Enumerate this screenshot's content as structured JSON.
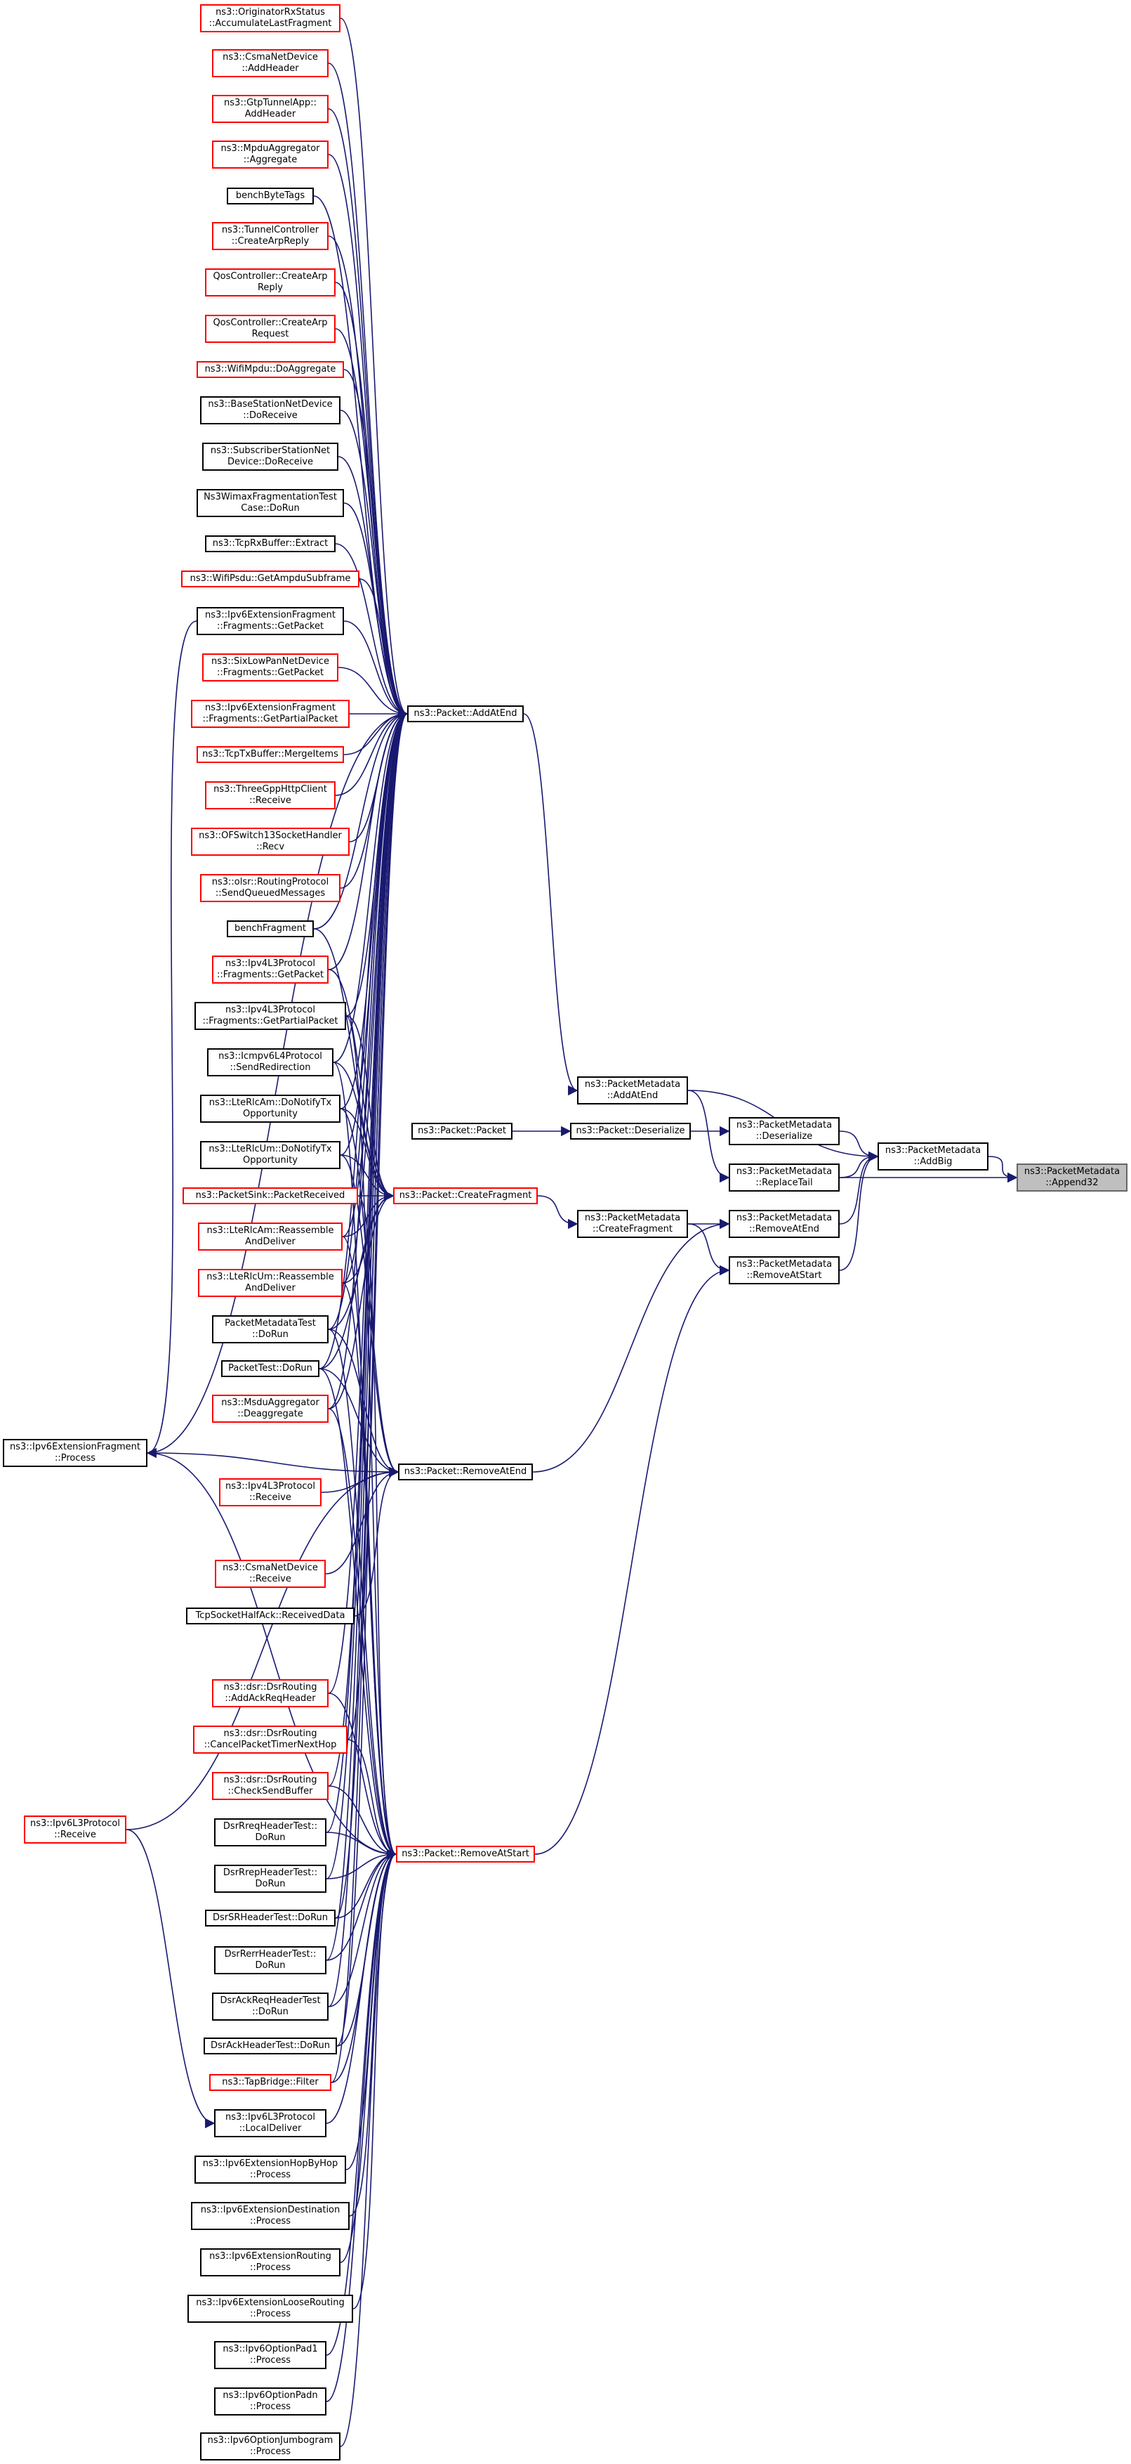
{
  "colors": {
    "edge": "#191970",
    "node_border": "#000000",
    "truncated_node_border": "#ff0000",
    "target_fill": "#bfbfbf",
    "target_border": "#666666"
  },
  "nodes": {
    "n01": {
      "lines": [
        "ns3::OriginatorRxStatus",
        "::AccumulateLastFragment"
      ],
      "red": true
    },
    "n02": {
      "lines": [
        "ns3::CsmaNetDevice",
        "::AddHeader"
      ],
      "red": true
    },
    "n03": {
      "lines": [
        "ns3::GtpTunnelApp::",
        "AddHeader"
      ],
      "red": true
    },
    "n04": {
      "lines": [
        "ns3::MpduAggregator",
        "::Aggregate"
      ],
      "red": true
    },
    "n05": {
      "lines": [
        "benchByteTags"
      ],
      "red": false
    },
    "n06": {
      "lines": [
        "ns3::TunnelController",
        "::CreateArpReply"
      ],
      "red": true
    },
    "n07": {
      "lines": [
        "QosController::CreateArp",
        "Reply"
      ],
      "red": true
    },
    "n08": {
      "lines": [
        "QosController::CreateArp",
        "Request"
      ],
      "red": true
    },
    "n09": {
      "lines": [
        "ns3::WifiMpdu::DoAggregate"
      ],
      "red": true
    },
    "n10": {
      "lines": [
        "ns3::BaseStationNetDevice",
        "::DoReceive"
      ],
      "red": false
    },
    "n11": {
      "lines": [
        "ns3::SubscriberStationNet",
        "Device::DoReceive"
      ],
      "red": false
    },
    "n12": {
      "lines": [
        "Ns3WimaxFragmentationTest",
        "Case::DoRun"
      ],
      "red": false
    },
    "n13": {
      "lines": [
        "ns3::TcpRxBuffer::Extract"
      ],
      "red": false
    },
    "n14": {
      "lines": [
        "ns3::WifiPsdu::GetAmpduSubframe"
      ],
      "red": true
    },
    "n15": {
      "lines": [
        "ns3::Ipv6ExtensionFragment",
        "::Fragments::GetPacket"
      ],
      "red": false
    },
    "n16": {
      "lines": [
        "ns3::SixLowPanNetDevice",
        "::Fragments::GetPacket"
      ],
      "red": true
    },
    "n17": {
      "lines": [
        "ns3::Ipv6ExtensionFragment",
        "::Fragments::GetPartialPacket"
      ],
      "red": true
    },
    "n18": {
      "lines": [
        "ns3::TcpTxBuffer::MergeItems"
      ],
      "red": true
    },
    "n19": {
      "lines": [
        "ns3::ThreeGppHttpClient",
        "::Receive"
      ],
      "red": true
    },
    "n20": {
      "lines": [
        "ns3::OFSwitch13SocketHandler",
        "::Recv"
      ],
      "red": true
    },
    "n21": {
      "lines": [
        "ns3::olsr::RoutingProtocol",
        "::SendQueuedMessages"
      ],
      "red": true
    },
    "n22": {
      "lines": [
        "benchFragment"
      ],
      "red": false
    },
    "n23": {
      "lines": [
        "ns3::Ipv4L3Protocol",
        "::Fragments::GetPacket"
      ],
      "red": true
    },
    "n24": {
      "lines": [
        "ns3::Ipv4L3Protocol",
        "::Fragments::GetPartialPacket"
      ],
      "red": false
    },
    "n25": {
      "lines": [
        "ns3::Icmpv6L4Protocol",
        "::SendRedirection"
      ],
      "red": false
    },
    "n26": {
      "lines": [
        "ns3::LteRlcAm::DoNotifyTx",
        "Opportunity"
      ],
      "red": false
    },
    "n27": {
      "lines": [
        "ns3::LteRlcUm::DoNotifyTx",
        "Opportunity"
      ],
      "red": false
    },
    "n28": {
      "lines": [
        "ns3::PacketSink::PacketReceived"
      ],
      "red": true
    },
    "n29": {
      "lines": [
        "ns3::LteRlcAm::Reassemble",
        "AndDeliver"
      ],
      "red": true
    },
    "n30": {
      "lines": [
        "ns3::LteRlcUm::Reassemble",
        "AndDeliver"
      ],
      "red": true
    },
    "n31": {
      "lines": [
        "PacketMetadataTest",
        "::DoRun"
      ],
      "red": false
    },
    "n32": {
      "lines": [
        "PacketTest::DoRun"
      ],
      "red": false
    },
    "n33": {
      "lines": [
        "ns3::MsduAggregator",
        "::Deaggregate"
      ],
      "red": true
    },
    "n34": {
      "lines": [
        "ns3::Ipv6ExtensionFragment",
        "::Process"
      ],
      "red": false
    },
    "n35": {
      "lines": [
        "ns3::Ipv4L3Protocol",
        "::Receive"
      ],
      "red": true
    },
    "n36": {
      "lines": [
        "ns3::CsmaNetDevice",
        "::Receive"
      ],
      "red": true
    },
    "n37": {
      "lines": [
        "TcpSocketHalfAck::ReceivedData"
      ],
      "red": false
    },
    "n38": {
      "lines": [
        "ns3::dsr::DsrRouting",
        "::AddAckReqHeader"
      ],
      "red": true
    },
    "n39": {
      "lines": [
        "ns3::dsr::DsrRouting",
        "::CancelPacketTimerNextHop"
      ],
      "red": true
    },
    "n40": {
      "lines": [
        "ns3::dsr::DsrRouting",
        "::CheckSendBuffer"
      ],
      "red": true
    },
    "n41": {
      "lines": [
        "ns3::Ipv6L3Protocol",
        "::Receive"
      ],
      "red": true
    },
    "n42": {
      "lines": [
        "DsrRreqHeaderTest::",
        "DoRun"
      ],
      "red": false
    },
    "n43": {
      "lines": [
        "DsrRrepHeaderTest::",
        "DoRun"
      ],
      "red": false
    },
    "n44": {
      "lines": [
        "DsrSRHeaderTest::DoRun"
      ],
      "red": false
    },
    "n45": {
      "lines": [
        "DsrRerrHeaderTest::",
        "DoRun"
      ],
      "red": false
    },
    "n46": {
      "lines": [
        "DsrAckReqHeaderTest",
        "::DoRun"
      ],
      "red": false
    },
    "n47": {
      "lines": [
        "DsrAckHeaderTest::DoRun"
      ],
      "red": false
    },
    "n48": {
      "lines": [
        "ns3::TapBridge::Filter"
      ],
      "red": true
    },
    "n49": {
      "lines": [
        "ns3::Ipv6L3Protocol",
        "::LocalDeliver"
      ],
      "red": false
    },
    "n50": {
      "lines": [
        "ns3::Ipv6ExtensionHopByHop",
        "::Process"
      ],
      "red": false
    },
    "n51": {
      "lines": [
        "ns3::Ipv6ExtensionDestination",
        "::Process"
      ],
      "red": false
    },
    "n52": {
      "lines": [
        "ns3::Ipv6ExtensionRouting",
        "::Process"
      ],
      "red": false
    },
    "n53": {
      "lines": [
        "ns3::Ipv6ExtensionLooseRouting",
        "::Process"
      ],
      "red": false
    },
    "n54": {
      "lines": [
        "ns3::Ipv6OptionPad1",
        "::Process"
      ],
      "red": false
    },
    "n55": {
      "lines": [
        "ns3::Ipv6OptionPadn",
        "::Process"
      ],
      "red": false
    },
    "n56": {
      "lines": [
        "ns3::Ipv6OptionJumbogram",
        "::Process"
      ],
      "red": false
    },
    "m01": {
      "lines": [
        "ns3::Packet::AddAtEnd"
      ],
      "red": false
    },
    "m02": {
      "lines": [
        "ns3::Packet::CreateFragment"
      ],
      "red": true
    },
    "m03": {
      "lines": [
        "ns3::Packet::RemoveAtEnd"
      ],
      "red": false
    },
    "m04": {
      "lines": [
        "ns3::Packet::RemoveAtStart"
      ],
      "red": true
    },
    "m05": {
      "lines": [
        "ns3::Packet::Packet"
      ],
      "red": false
    },
    "m06": {
      "lines": [
        "ns3::Packet::Deserialize"
      ],
      "red": false
    },
    "m07": {
      "lines": [
        "ns3::PacketMetadata",
        "::AddAtEnd"
      ],
      "red": false
    },
    "m08": {
      "lines": [
        "ns3::PacketMetadata",
        "::CreateFragment"
      ],
      "red": false
    },
    "m09": {
      "lines": [
        "ns3::PacketMetadata",
        "::Deserialize"
      ],
      "red": false
    },
    "m10": {
      "lines": [
        "ns3::PacketMetadata",
        "::ReplaceTail"
      ],
      "red": false
    },
    "m11": {
      "lines": [
        "ns3::PacketMetadata",
        "::RemoveAtEnd"
      ],
      "red": false
    },
    "m12": {
      "lines": [
        "ns3::PacketMetadata",
        "::RemoveAtStart"
      ],
      "red": false
    },
    "m13": {
      "lines": [
        "ns3::PacketMetadata",
        "::AddBig"
      ],
      "red": false
    },
    "target": {
      "lines": [
        "ns3::PacketMetadata",
        "::Append32"
      ],
      "red": false
    }
  },
  "edges": [
    [
      "n01",
      "m01"
    ],
    [
      "n02",
      "m01"
    ],
    [
      "n03",
      "m01"
    ],
    [
      "n04",
      "m01"
    ],
    [
      "n05",
      "m01"
    ],
    [
      "n06",
      "m01"
    ],
    [
      "n07",
      "m01"
    ],
    [
      "n08",
      "m01"
    ],
    [
      "n09",
      "m01"
    ],
    [
      "n10",
      "m01"
    ],
    [
      "n11",
      "m01"
    ],
    [
      "n12",
      "m01"
    ],
    [
      "n13",
      "m01"
    ],
    [
      "n14",
      "m01"
    ],
    [
      "n15",
      "m01"
    ],
    [
      "n16",
      "m01"
    ],
    [
      "n17",
      "m01"
    ],
    [
      "n18",
      "m01"
    ],
    [
      "n19",
      "m01"
    ],
    [
      "n20",
      "m01"
    ],
    [
      "n21",
      "m01"
    ],
    [
      "n22",
      "m01"
    ],
    [
      "n23",
      "m01"
    ],
    [
      "n24",
      "m01"
    ],
    [
      "n25",
      "m01"
    ],
    [
      "n26",
      "m01"
    ],
    [
      "n27",
      "m01"
    ],
    [
      "n29",
      "m01"
    ],
    [
      "n30",
      "m01"
    ],
    [
      "n31",
      "m01"
    ],
    [
      "n32",
      "m01"
    ],
    [
      "n33",
      "m01"
    ],
    [
      "n38",
      "m01"
    ],
    [
      "n39",
      "m01"
    ],
    [
      "n40",
      "m01"
    ],
    [
      "n42",
      "m01"
    ],
    [
      "n43",
      "m01"
    ],
    [
      "n44",
      "m01"
    ],
    [
      "n45",
      "m01"
    ],
    [
      "n46",
      "m01"
    ],
    [
      "n47",
      "m01"
    ],
    [
      "n48",
      "m01"
    ],
    [
      "n34",
      "m01"
    ],
    [
      "n22",
      "m02"
    ],
    [
      "n23",
      "m02"
    ],
    [
      "n24",
      "m02"
    ],
    [
      "n25",
      "m02"
    ],
    [
      "n26",
      "m02"
    ],
    [
      "n27",
      "m02"
    ],
    [
      "n28",
      "m02"
    ],
    [
      "n29",
      "m02"
    ],
    [
      "n30",
      "m02"
    ],
    [
      "n31",
      "m02"
    ],
    [
      "n32",
      "m02"
    ],
    [
      "n33",
      "m02"
    ],
    [
      "n34",
      "m03"
    ],
    [
      "n35",
      "m03"
    ],
    [
      "n36",
      "m03"
    ],
    [
      "n37",
      "m03"
    ],
    [
      "n41",
      "m03"
    ],
    [
      "n31",
      "m03"
    ],
    [
      "n32",
      "m03"
    ],
    [
      "n26",
      "m03"
    ],
    [
      "n27",
      "m03"
    ],
    [
      "n38",
      "m04"
    ],
    [
      "n39",
      "m04"
    ],
    [
      "n40",
      "m04"
    ],
    [
      "n42",
      "m04"
    ],
    [
      "n43",
      "m04"
    ],
    [
      "n44",
      "m04"
    ],
    [
      "n45",
      "m04"
    ],
    [
      "n46",
      "m04"
    ],
    [
      "n47",
      "m04"
    ],
    [
      "n48",
      "m04"
    ],
    [
      "n49",
      "m04"
    ],
    [
      "n50",
      "m04"
    ],
    [
      "n51",
      "m04"
    ],
    [
      "n52",
      "m04"
    ],
    [
      "n53",
      "m04"
    ],
    [
      "n54",
      "m04"
    ],
    [
      "n55",
      "m04"
    ],
    [
      "n56",
      "m04"
    ],
    [
      "n31",
      "m04"
    ],
    [
      "n32",
      "m04"
    ],
    [
      "n29",
      "m04"
    ],
    [
      "n30",
      "m04"
    ],
    [
      "n33",
      "m04"
    ],
    [
      "n28",
      "m04"
    ],
    [
      "n24",
      "m04"
    ],
    [
      "n25",
      "m04"
    ],
    [
      "n34",
      "m04"
    ],
    [
      "n41",
      "n49"
    ],
    [
      "n15",
      "n34"
    ],
    [
      "m01",
      "m07"
    ],
    [
      "m05",
      "m06"
    ],
    [
      "m06",
      "m09"
    ],
    [
      "m02",
      "m08"
    ],
    [
      "m03",
      "m11"
    ],
    [
      "m04",
      "m12"
    ],
    [
      "m07",
      "m13"
    ],
    [
      "m09",
      "m13"
    ],
    [
      "m10",
      "m13"
    ],
    [
      "m11",
      "m13"
    ],
    [
      "m12",
      "m13"
    ],
    [
      "m07",
      "m10"
    ],
    [
      "m08",
      "m11"
    ],
    [
      "m08",
      "m12"
    ],
    [
      "m13",
      "target"
    ],
    [
      "m10",
      "target"
    ]
  ]
}
